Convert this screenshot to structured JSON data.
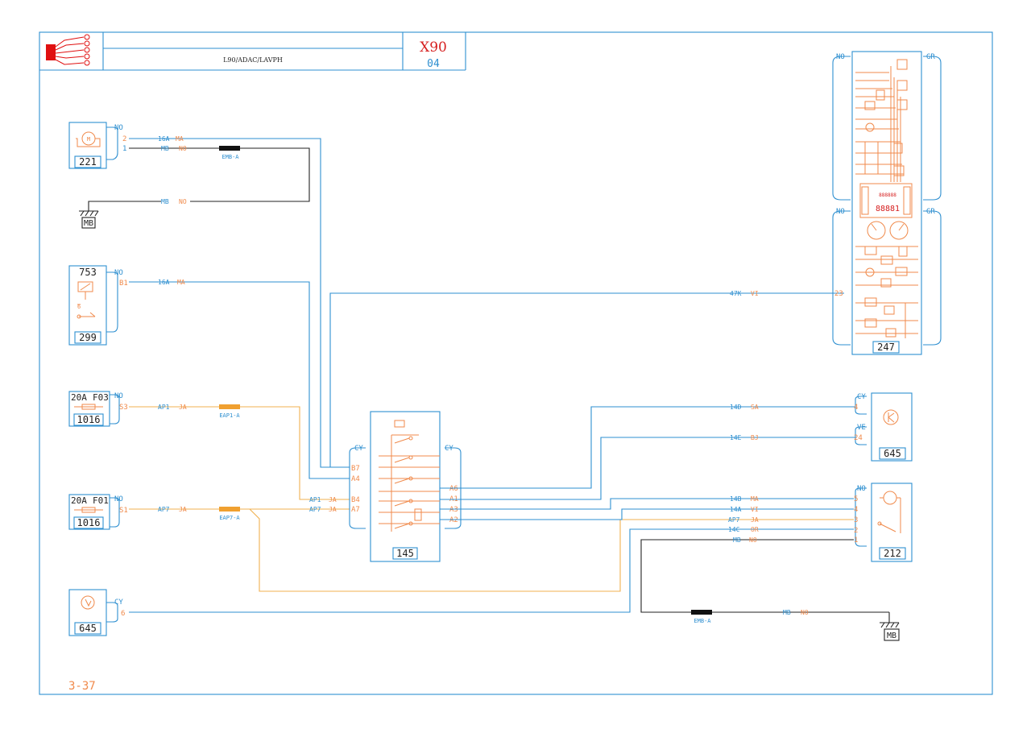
{
  "title_block": {
    "subtitle": "L90/ADAC/LAVPH",
    "code": "X90",
    "code_index": "04",
    "page_ref": "3-37"
  },
  "ground_label": "MB",
  "components": {
    "c221": {
      "id": "221",
      "pins": [
        "NO",
        "2",
        "1"
      ]
    },
    "c299": {
      "id": "299",
      "top_id": "753",
      "pins": [
        "NO",
        "B1"
      ]
    },
    "fuse_f03": {
      "id": "1016",
      "rating": "20A",
      "fuse": "F03",
      "pins": [
        "NO",
        "S3"
      ]
    },
    "fuse_f01": {
      "id": "1016",
      "rating": "20A",
      "fuse": "F01",
      "pins": [
        "NO",
        "S1"
      ]
    },
    "c645_left": {
      "id": "645",
      "pins": [
        "CY",
        "6"
      ]
    },
    "c145": {
      "id": "145",
      "pins_left": [
        "CY",
        "B7",
        "A4",
        "B4",
        "A7"
      ],
      "pins_right": [
        "CY",
        "A6",
        "A1",
        "A3",
        "A2"
      ]
    },
    "c645_right": {
      "id": "645",
      "pins": [
        "CY",
        "4",
        "VE",
        "24"
      ]
    },
    "c212": {
      "id": "212",
      "pins": [
        "NO",
        "5",
        "4",
        "3",
        "2",
        "1"
      ]
    },
    "c247": {
      "id": "247",
      "pins": [
        "NO",
        "GR",
        "NO",
        "GR",
        "23"
      ],
      "display_top": "888888",
      "display_mid": "88881"
    }
  },
  "wires": {
    "w1": {
      "code": "16A",
      "color": "MA"
    },
    "w2": {
      "code": "MB",
      "color": "NO"
    },
    "w3": {
      "code": "MB",
      "color": "NO"
    },
    "w4": {
      "code": "16A",
      "color": "MA"
    },
    "w5": {
      "code": "AP1",
      "color": "JA"
    },
    "w6": {
      "code": "AP7",
      "color": "JA"
    },
    "w7": {
      "code": "AP1",
      "color": "JA"
    },
    "w8": {
      "code": "AP7",
      "color": "JA"
    },
    "w9": {
      "code": "47K",
      "color": "VI"
    },
    "w10": {
      "code": "14D",
      "color": "SA"
    },
    "w11": {
      "code": "14E",
      "color": "BJ"
    },
    "w12": {
      "code": "14B",
      "color": "MA"
    },
    "w13": {
      "code": "14A",
      "color": "VI"
    },
    "w14": {
      "code": "AP7",
      "color": "JA"
    },
    "w15": {
      "code": "14C",
      "color": "OR"
    },
    "w16": {
      "code": "MB",
      "color": "NO"
    },
    "w17": {
      "code": "MB",
      "color": "NO"
    }
  },
  "splices": {
    "emb_a_top": "EMB-A",
    "eap1_a": "EAP1-A",
    "eap7_a": "EAP7-A",
    "emb_a_bottom": "EMB-A"
  },
  "colors": {
    "frame": "#2e8fd0",
    "component": "#f08a4b",
    "fuse_wire": "#f0b050",
    "ground_wire": "#222222",
    "title_red": "#d62020",
    "connector_red": "#e01010"
  },
  "icons": [
    "wiring-harness-logo-icon",
    "motor-icon",
    "ground-icon",
    "fuse-icon",
    "relay-icon",
    "instrument-cluster-icon",
    "gauge-icon",
    "sensor-icon"
  ]
}
